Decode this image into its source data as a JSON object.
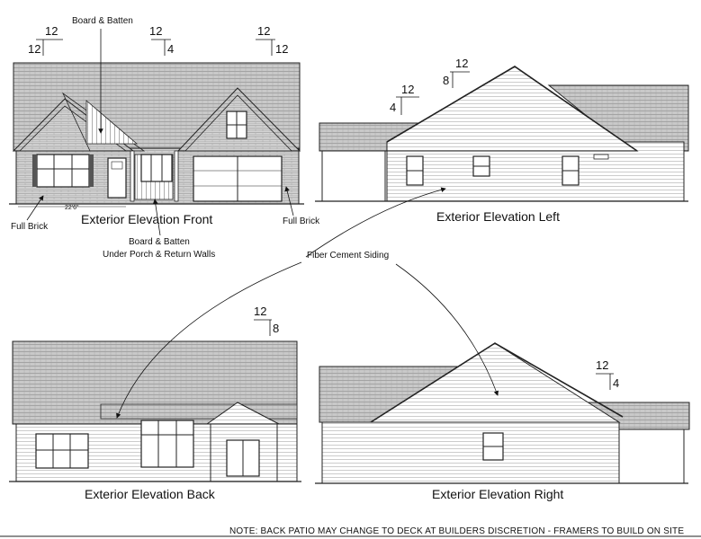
{
  "titles": {
    "front": "Exterior Elevation Front",
    "left": "Exterior Elevation Left",
    "back": "Exterior Elevation Back",
    "right": "Exterior Elevation Right"
  },
  "callouts": {
    "board_batten_top": "Board & Batten",
    "full_brick_left": "Full Brick",
    "full_brick_right": "Full Brick",
    "board_batten_porch_line1": "Board & Batten",
    "board_batten_porch_line2": "Under Porch & Return Walls",
    "fiber_cement": "Fiber Cement Siding"
  },
  "dimension": "22'6\"",
  "pitches": {
    "front_1": {
      "rise": "12",
      "run": "12"
    },
    "front_2": {
      "rise": "12",
      "run": "4"
    },
    "front_3": {
      "rise": "12",
      "run": "12"
    },
    "left_1": {
      "rise": "12",
      "run": "4"
    },
    "left_2": {
      "rise": "12",
      "run": "8"
    },
    "back_1": {
      "rise": "12",
      "run": "8"
    },
    "right_1": {
      "rise": "12",
      "run": "4"
    }
  },
  "note": "NOTE: BACK PATIO MAY CHANGE TO DECK AT BUILDERS DISCRETION - FRAMERS TO BUILD ON SITE"
}
